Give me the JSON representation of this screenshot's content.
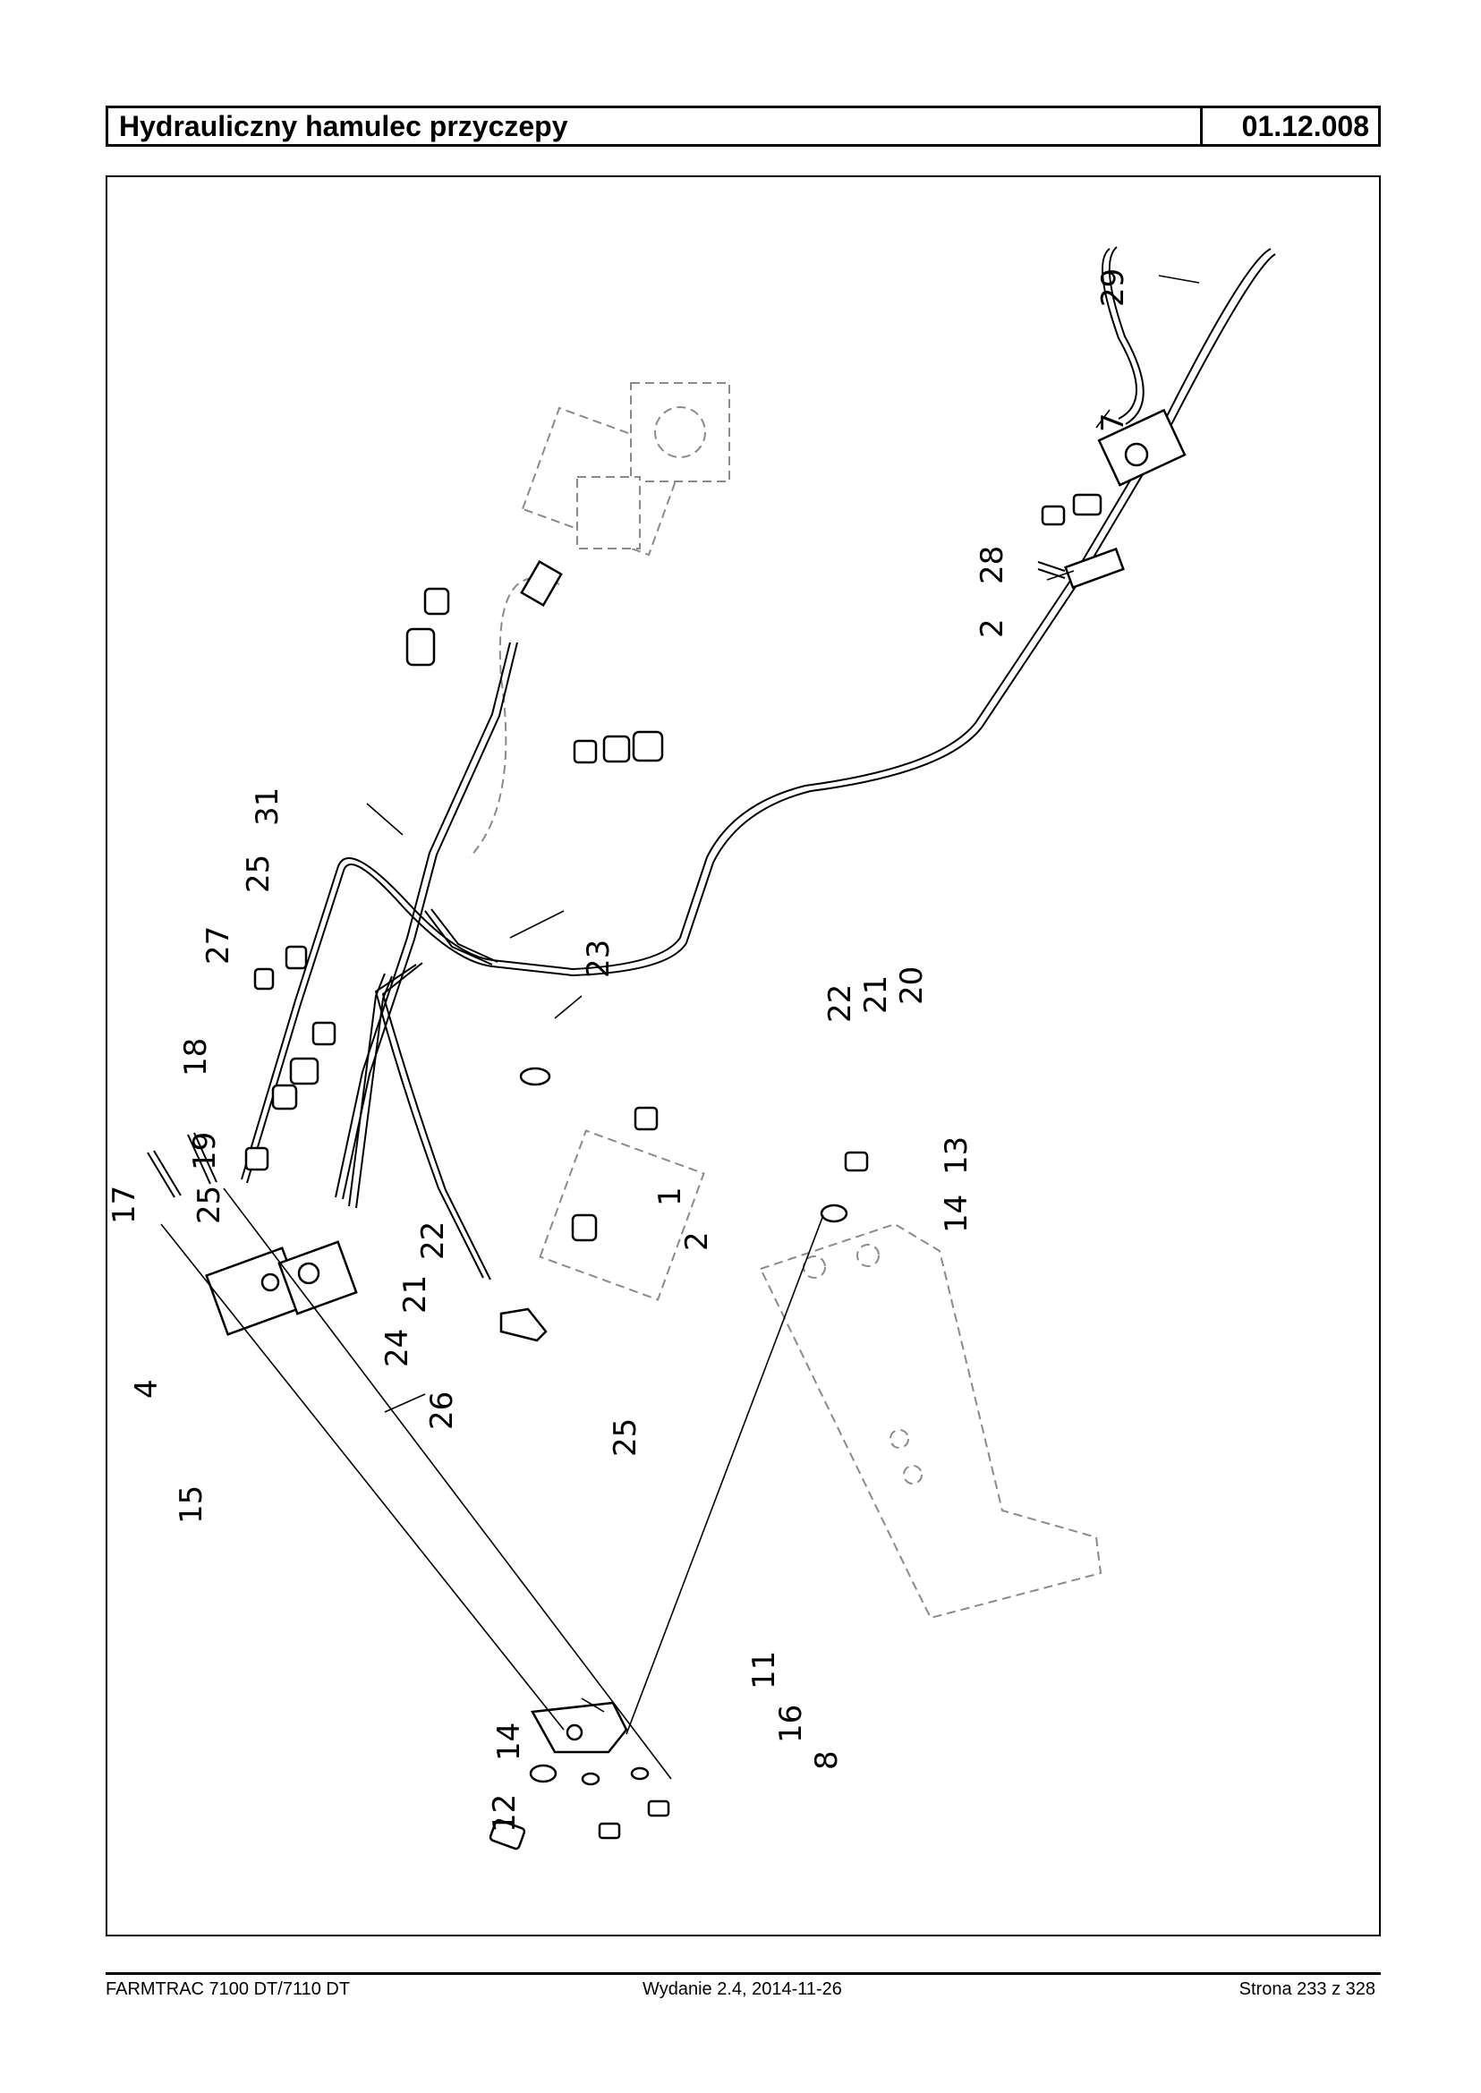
{
  "header": {
    "title": "Hydrauliczny hamulec przyczepy",
    "code": "01.12.008"
  },
  "diagram": {
    "part_numbers": [
      "29",
      "7",
      "28",
      "2",
      "31",
      "25",
      "27",
      "23",
      "18",
      "22",
      "21",
      "20",
      "19",
      "17",
      "25",
      "22",
      "1",
      "2",
      "13",
      "14",
      "21",
      "24",
      "4",
      "26",
      "25",
      "15",
      "11",
      "14",
      "16",
      "12",
      "8"
    ]
  },
  "footer": {
    "model": "FARMTRAC 7100 DT/7110 DT",
    "edition": "Wydanie 2.4,  2014-11-26",
    "page": "Strona 233 z 328"
  }
}
